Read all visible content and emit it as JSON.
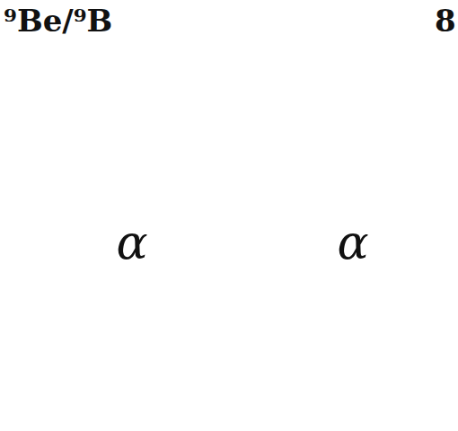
{
  "diagram": {
    "nodes": [
      {
        "text": [
          "α"
        ]
      },
      {
        "text": [
          "α"
        ]
      }
    ],
    "labels": [
      "⁹Be/⁹B",
      "8"
    ]
  }
}
